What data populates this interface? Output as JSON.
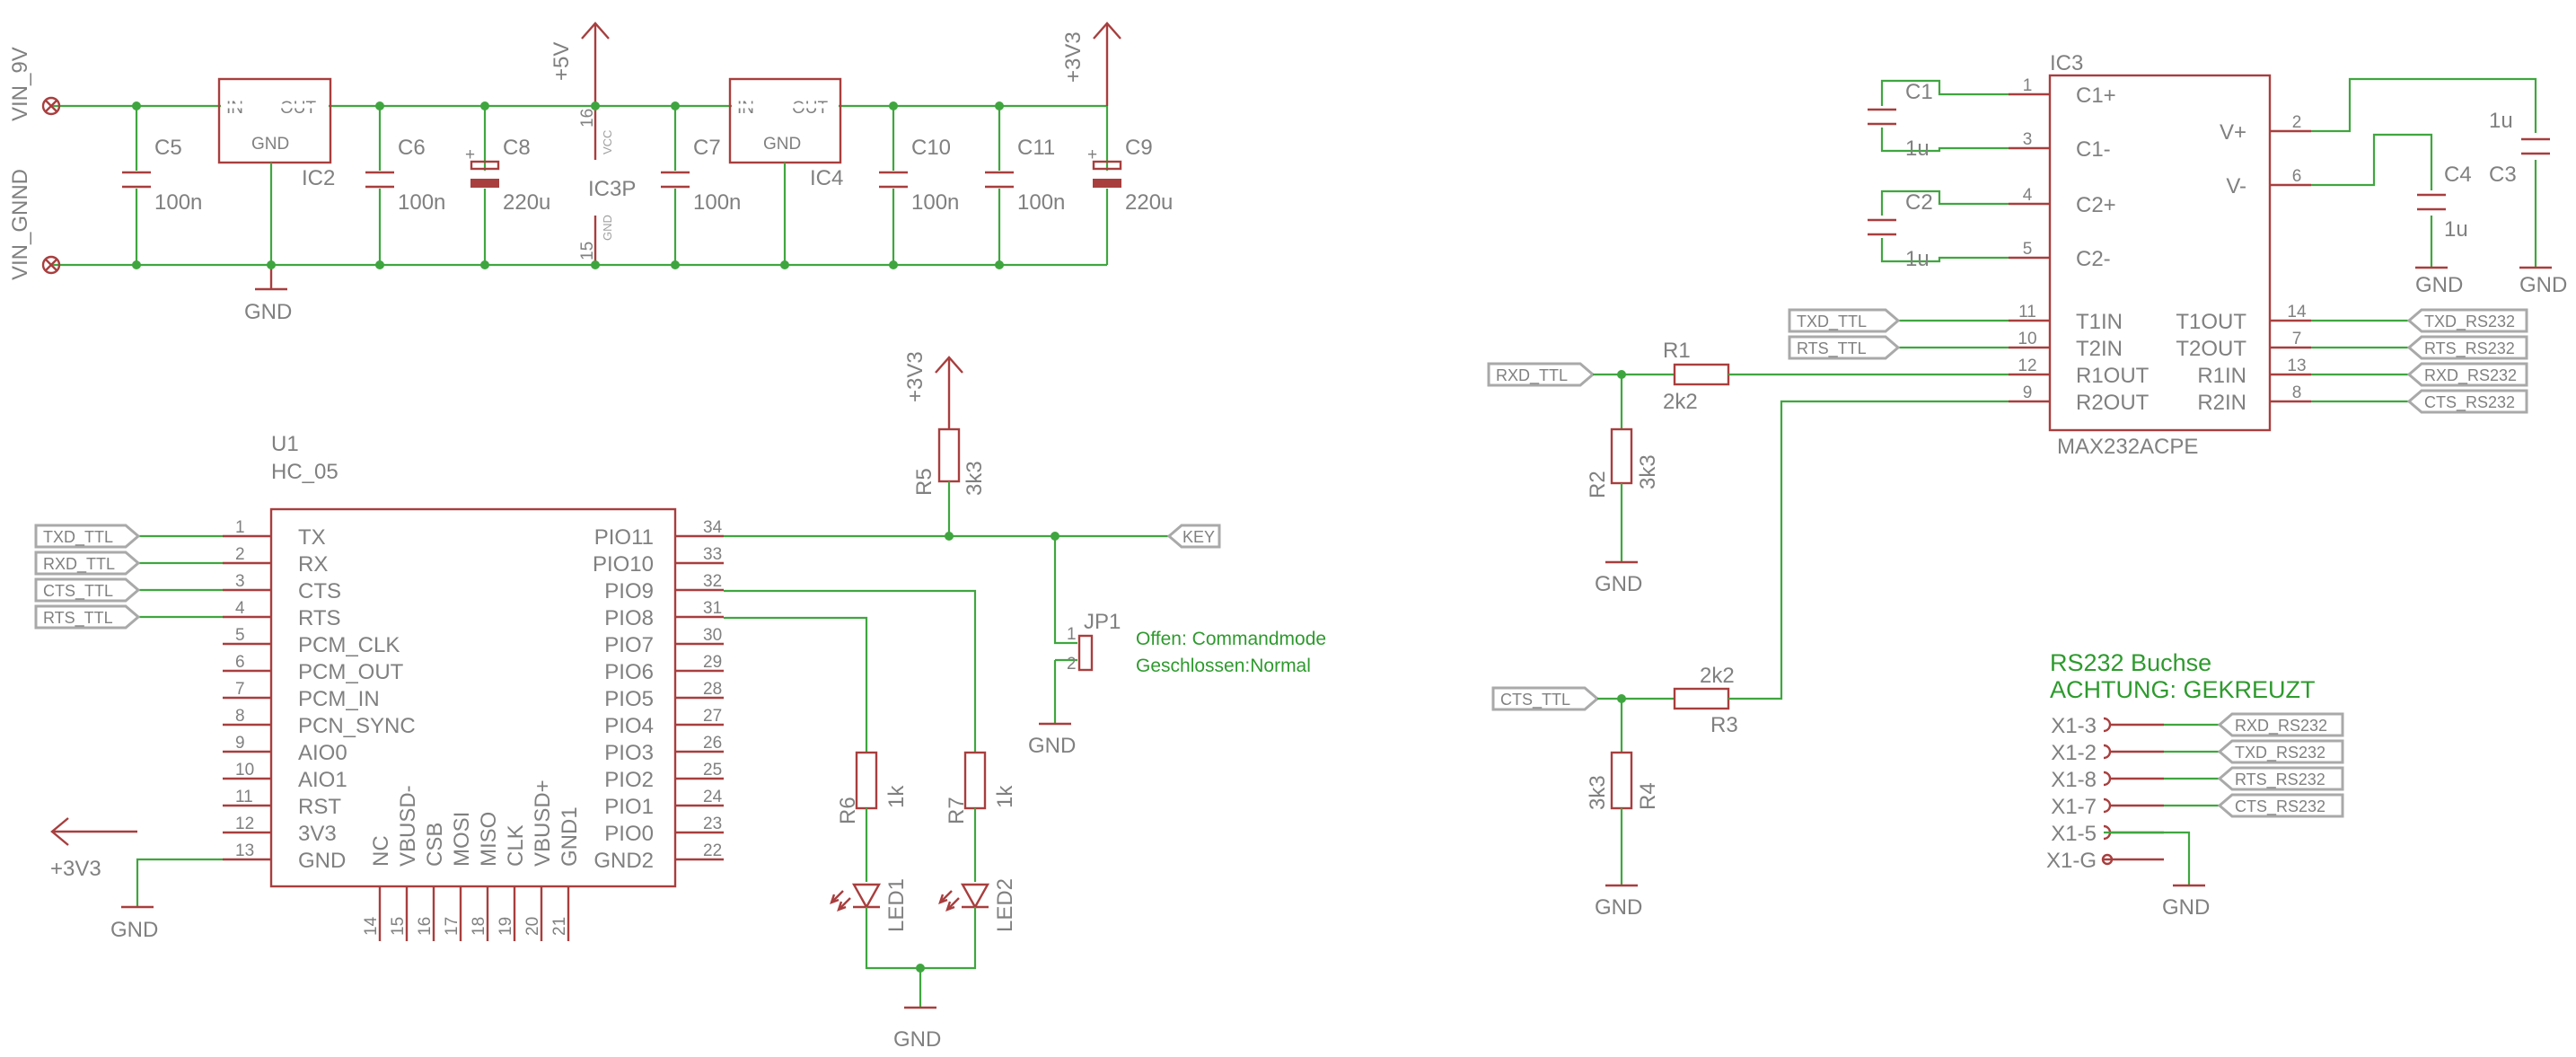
{
  "supply": {
    "vin_9v": "VIN_9V",
    "vin_gnd": "VIN_GNND",
    "rail_5v": "+5V",
    "rail_3v3": "+3V3",
    "gnd": "GND",
    "ic2": {
      "name": "IC2",
      "in": "IN",
      "out": "OUT",
      "gnd": "GND"
    },
    "ic4": {
      "name": "IC4",
      "in": "IN",
      "out": "OUT",
      "gnd": "GND"
    },
    "ic3p": {
      "name": "IC3P",
      "pin_vcc": "16",
      "vcc": "VCC",
      "pin_gnd": "15",
      "gnd": "GND"
    },
    "caps": [
      {
        "name": "C5",
        "value": "100n"
      },
      {
        "name": "C6",
        "value": "100n"
      },
      {
        "name": "C8",
        "value": "220u"
      },
      {
        "name": "C7",
        "value": "100n"
      },
      {
        "name": "C10",
        "value": "100n"
      },
      {
        "name": "C11",
        "value": "100n"
      },
      {
        "name": "C9",
        "value": "220u"
      }
    ]
  },
  "u1": {
    "ref": "U1",
    "name": "HC_05",
    "left_pins": [
      {
        "num": "1",
        "name": "TX",
        "net": "TXD_TTL"
      },
      {
        "num": "2",
        "name": "RX",
        "net": "RXD_TTL"
      },
      {
        "num": "3",
        "name": "CTS",
        "net": "CTS_TTL"
      },
      {
        "num": "4",
        "name": "RTS",
        "net": "RTS_TTL"
      },
      {
        "num": "5",
        "name": "PCM_CLK"
      },
      {
        "num": "6",
        "name": "PCM_OUT"
      },
      {
        "num": "7",
        "name": "PCM_IN"
      },
      {
        "num": "8",
        "name": "PCN_SYNC"
      },
      {
        "num": "9",
        "name": "AIO0"
      },
      {
        "num": "10",
        "name": "AIO1"
      },
      {
        "num": "11",
        "name": "RST"
      },
      {
        "num": "12",
        "name": "3V3"
      },
      {
        "num": "13",
        "name": "GND"
      }
    ],
    "right_pins": [
      {
        "num": "34",
        "name": "PIO11"
      },
      {
        "num": "33",
        "name": "PIO10"
      },
      {
        "num": "32",
        "name": "PIO9"
      },
      {
        "num": "31",
        "name": "PIO8"
      },
      {
        "num": "30",
        "name": "PIO7"
      },
      {
        "num": "29",
        "name": "PIO6"
      },
      {
        "num": "28",
        "name": "PIO5"
      },
      {
        "num": "27",
        "name": "PIO4"
      },
      {
        "num": "26",
        "name": "PIO3"
      },
      {
        "num": "25",
        "name": "PIO2"
      },
      {
        "num": "24",
        "name": "PIO1"
      },
      {
        "num": "23",
        "name": "PIO0"
      },
      {
        "num": "22",
        "name": "GND2"
      }
    ],
    "bottom_pins": [
      {
        "num": "14",
        "name": "NC"
      },
      {
        "num": "15",
        "name": "VBUSD-"
      },
      {
        "num": "16",
        "name": "CSB"
      },
      {
        "num": "17",
        "name": "MOSI"
      },
      {
        "num": "18",
        "name": "MISO"
      },
      {
        "num": "19",
        "name": "CLK"
      },
      {
        "num": "20",
        "name": "VBUSD+"
      },
      {
        "num": "21",
        "name": "GND1"
      }
    ],
    "supply_3v3": "+3V3",
    "gnd": "GND"
  },
  "key_net": "KEY",
  "r5": {
    "name": "R5",
    "value": "3k3",
    "supply": "+3V3"
  },
  "jp1": {
    "name": "JP1",
    "pin1": "1",
    "pin2": "2",
    "note_open": "Offen: Commandmode",
    "note_closed": "Geschlossen:Normal",
    "gnd": "GND"
  },
  "leds": {
    "r6": {
      "name": "R6",
      "value": "1k"
    },
    "r7": {
      "name": "R7",
      "value": "1k"
    },
    "led1": "LED1",
    "led2": "LED2",
    "gnd": "GND"
  },
  "ic3": {
    "ref": "IC3",
    "part": "MAX232ACPE",
    "left_pins": [
      {
        "num": "1",
        "name": "C1+"
      },
      {
        "num": "3",
        "name": "C1-"
      },
      {
        "num": "4",
        "name": "C2+"
      },
      {
        "num": "5",
        "name": "C2-"
      },
      {
        "num": "11",
        "name": "T1IN",
        "net": "TXD_TTL"
      },
      {
        "num": "10",
        "name": "T2IN",
        "net": "RTS_TTL"
      },
      {
        "num": "12",
        "name": "R1OUT"
      },
      {
        "num": "9",
        "name": "R2OUT"
      }
    ],
    "right_pins": [
      {
        "num": "2",
        "name": "V+"
      },
      {
        "num": "6",
        "name": "V-"
      },
      {
        "num": "14",
        "name": "T1OUT",
        "net": "TXD_RS232"
      },
      {
        "num": "7",
        "name": "T2OUT",
        "net": "RTS_RS232"
      },
      {
        "num": "13",
        "name": "R1IN",
        "net": "RXD_RS232"
      },
      {
        "num": "8",
        "name": "R2IN",
        "net": "CTS_RS232"
      }
    ],
    "c1": {
      "name": "C1",
      "value": "1u"
    },
    "c2": {
      "name": "C2",
      "value": "1u"
    },
    "c4": {
      "name": "C4",
      "value": "1u"
    },
    "c3": {
      "name": "C3",
      "value": "1u"
    },
    "gnd": "GND"
  },
  "divider_rxd": {
    "net": "RXD_TTL",
    "r1": {
      "name": "R1",
      "value": "2k2"
    },
    "r2": {
      "name": "R2",
      "value": "3k3"
    },
    "gnd": "GND"
  },
  "divider_cts": {
    "net": "CTS_TTL",
    "r3": {
      "name": "R3",
      "value": "2k2"
    },
    "r4": {
      "name": "R4",
      "value": "3k3"
    },
    "gnd": "GND"
  },
  "connector": {
    "title": "RS232 Buchse",
    "warning": "ACHTUNG: GEKREUZT",
    "pins": [
      {
        "name": "X1-3",
        "net": "RXD_RS232"
      },
      {
        "name": "X1-2",
        "net": "TXD_RS232"
      },
      {
        "name": "X1-8",
        "net": "RTS_RS232"
      },
      {
        "name": "X1-7",
        "net": "CTS_RS232"
      },
      {
        "name": "X1-5"
      },
      {
        "name": "X1-G"
      }
    ],
    "gnd": "GND"
  },
  "colors": {
    "wire": "#3fa63f",
    "part": "#a83e3e",
    "text": "#808080",
    "note": "#2e9a2e",
    "label_border": "#a9a9a9"
  }
}
